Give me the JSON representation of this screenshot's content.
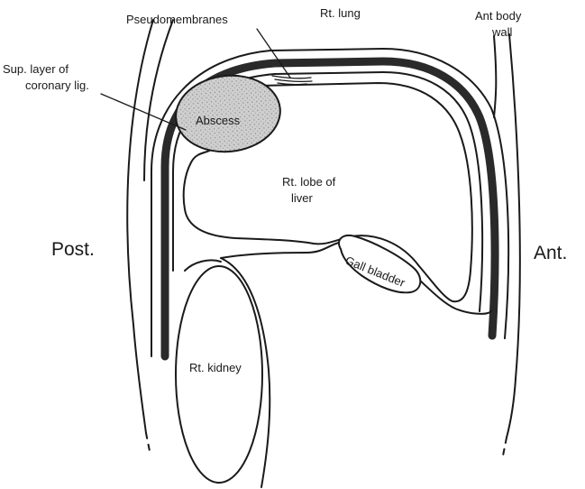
{
  "labels": {
    "pseudomembranes": "Pseudomembranes",
    "rt_lung": "Rt. lung",
    "ant_body_wall_line1": "Ant body",
    "ant_body_wall_line2": "wall",
    "sup_layer_line1": "Sup. layer of",
    "sup_layer_line2": "coronary lig.",
    "abscess": "Abscess",
    "rt_lobe_line1": "Rt. lobe of",
    "rt_lobe_line2": "liver",
    "post": "Post.",
    "ant": "Ant.",
    "gall_bladder": "Gall bladder",
    "rt_kidney": "Rt. kidney"
  },
  "colors": {
    "ink": "#1a1a1a",
    "diaphragm_band": "#2a2a2a",
    "abscess_fill": "#cfcfcf",
    "background": "#ffffff"
  }
}
